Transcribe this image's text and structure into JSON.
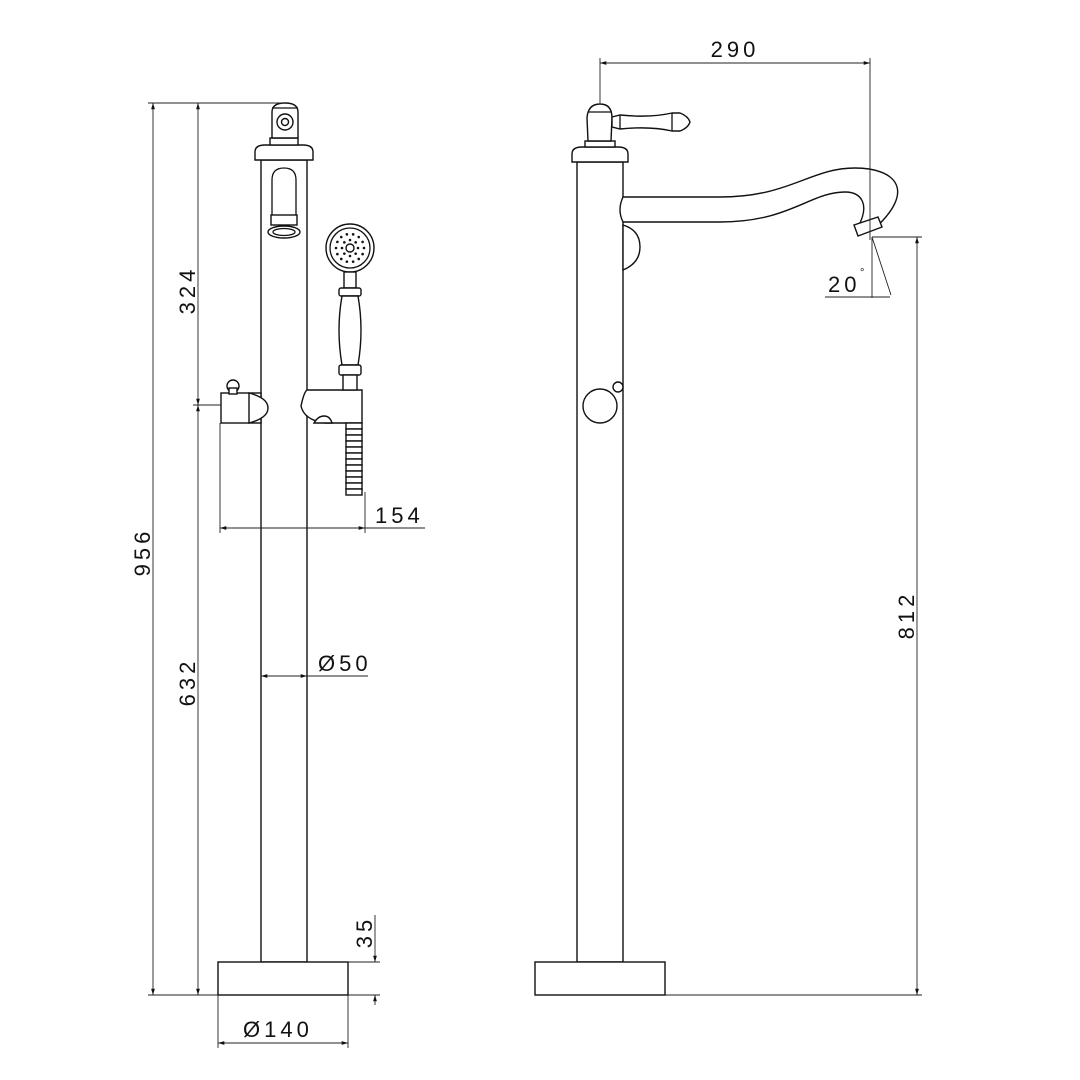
{
  "drawing": {
    "colors": {
      "line": "#111111",
      "background": "#ffffff"
    },
    "front_view": {
      "dimensions": {
        "total_height": "956",
        "upper_height": "324",
        "lower_height": "632",
        "shower_offset": "154",
        "pipe_diameter": "Ø50",
        "base_height": "35",
        "base_diameter": "Ø140"
      }
    },
    "side_view": {
      "dimensions": {
        "spout_reach": "290",
        "spout_height": "812",
        "spout_angle": "20",
        "degree_symbol": "°"
      }
    }
  }
}
